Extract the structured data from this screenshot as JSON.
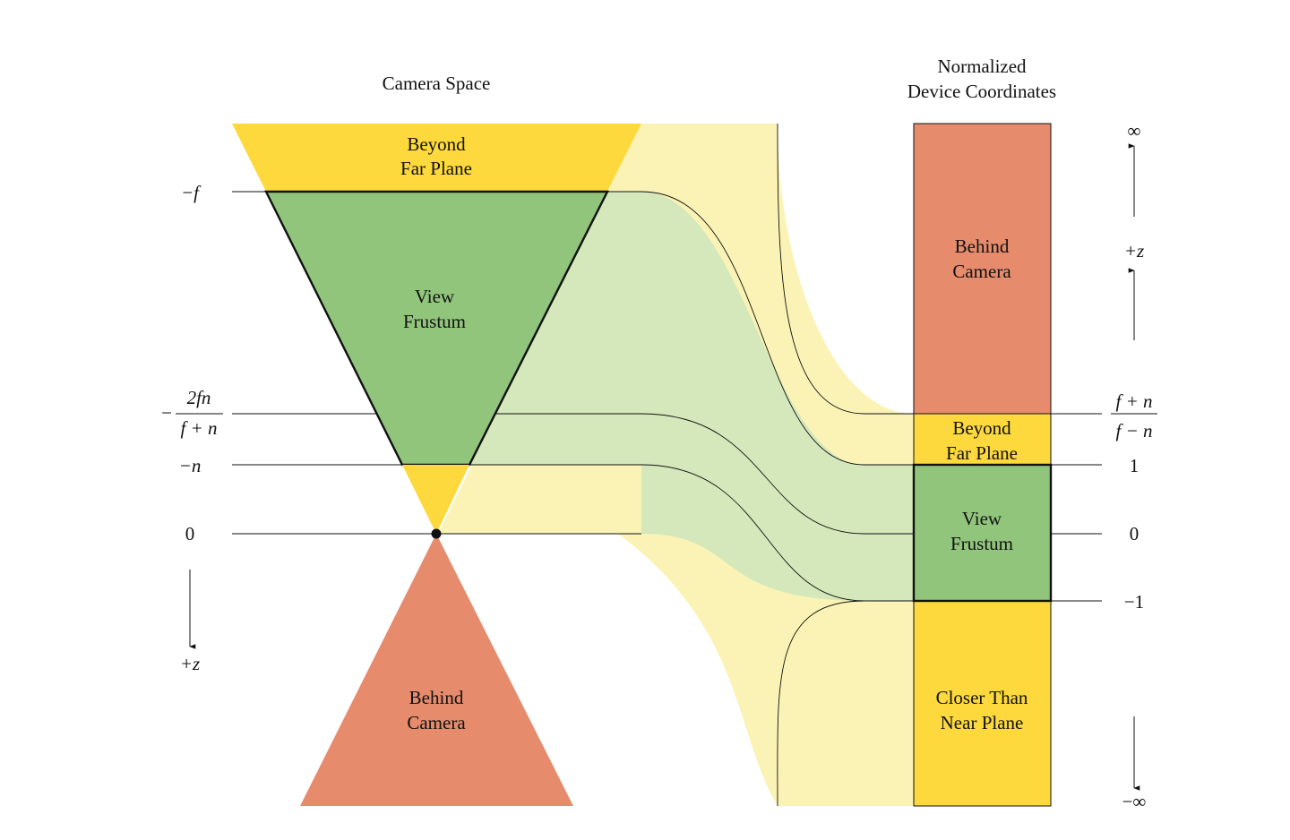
{
  "colors": {
    "yellow": "#fdd93e",
    "green": "#91c57c",
    "red": "#e68b6c",
    "light_yellow": "#fbf3b5",
    "light_green": "#d4e8bb",
    "line": "#111111"
  },
  "headings": {
    "camera_space": "Camera Space",
    "ndc_line1": "Normalized",
    "ndc_line2": "Device Coordinates"
  },
  "camera_regions": {
    "beyond_far_1": "Beyond",
    "beyond_far_2": "Far Plane",
    "view_1": "View",
    "view_2": "Frustum",
    "behind_1": "Behind",
    "behind_2": "Camera"
  },
  "ndc_regions": {
    "behind_1": "Behind",
    "behind_2": "Camera",
    "beyond_far_1": "Beyond",
    "beyond_far_2": "Far Plane",
    "view_1": "View",
    "view_2": "Frustum",
    "closer_1": "Closer Than",
    "closer_2": "Near Plane"
  },
  "left_axis": {
    "neg_f": "−f",
    "frac_sign": "−",
    "frac_num": "2fn",
    "frac_den": "f + n",
    "neg_n": "−n",
    "zero": "0",
    "z_label": "+z"
  },
  "right_axis": {
    "inf": "∞",
    "z_label": "+z",
    "frac_num": "f + n",
    "frac_den": "f − n",
    "one": "1",
    "zero": "0",
    "neg_one": "−1",
    "neg_inf": "−∞"
  }
}
